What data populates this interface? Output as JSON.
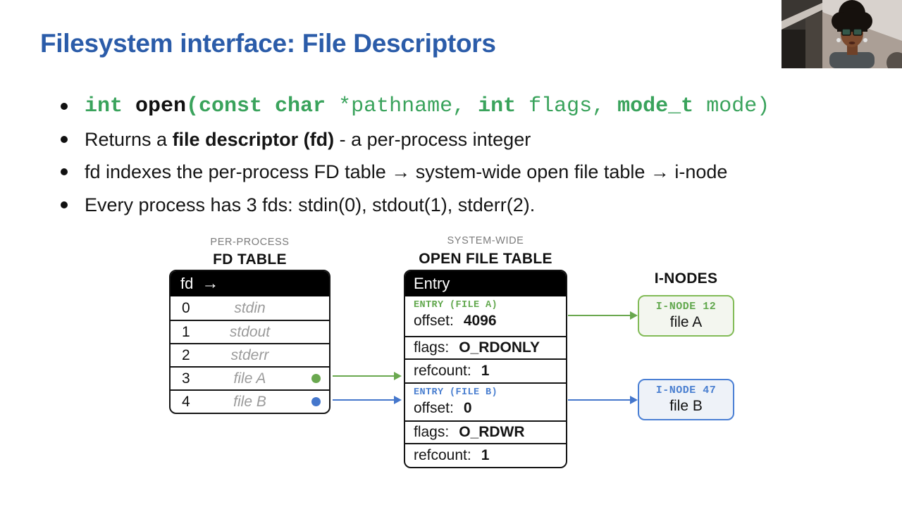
{
  "slide": {
    "title": "Filesystem interface: File Descriptors",
    "bullet_code": {
      "s0": "int ",
      "s1": "open",
      "s2": "(const char ",
      "s3": "*pathname, ",
      "s4": "int",
      "s5": " flags, ",
      "s6": "mode_t",
      "s7": " mode)"
    },
    "bullet_fd": {
      "pre": "Returns a ",
      "bold": "file descriptor (fd)",
      "post": " - a per-process integer"
    },
    "bullet_index": "fd indexes the per-process FD table → system-wide open file table → i-node",
    "bullet_std": "Every process has 3 fds: stdin(0), stdout(1), stderr(2)."
  },
  "diagram": {
    "fd_table": {
      "eyebrow": "PER-PROCESS",
      "title": "FD TABLE",
      "header_label": "fd",
      "header_arrow": "→",
      "rows": [
        {
          "num": "0",
          "name": "stdin"
        },
        {
          "num": "1",
          "name": "stdout"
        },
        {
          "num": "2",
          "name": "stderr"
        },
        {
          "num": "3",
          "name": "file A",
          "dot": "green"
        },
        {
          "num": "4",
          "name": "file B",
          "dot": "blue"
        }
      ]
    },
    "open_file_table": {
      "eyebrow": "SYSTEM-WIDE",
      "title": "OPEN FILE TABLE",
      "header": "Entry",
      "entries": [
        {
          "label": "ENTRY (FILE A)",
          "offset_label": "offset:",
          "offset_value": "4096",
          "flags_label": "flags:",
          "flags_value": "O_RDONLY",
          "refcount_label": "refcount:",
          "refcount_value": "1"
        },
        {
          "label": "ENTRY (FILE B)",
          "offset_label": "offset:",
          "offset_value": "0",
          "flags_label": "flags:",
          "flags_value": "O_RDWR",
          "refcount_label": "refcount:",
          "refcount_value": "1"
        }
      ]
    },
    "inodes": {
      "title": "I-NODES",
      "items": [
        {
          "label": "I-NODE 12",
          "file": "file A"
        },
        {
          "label": "I-NODE 47",
          "file": "file B"
        }
      ]
    }
  },
  "colors": {
    "title_blue": "#2b5ca9",
    "code_green": "#3aa35c",
    "accent_green": "#6aa84f",
    "accent_blue": "#4577cc",
    "muted_gray": "#9b9b9b"
  }
}
